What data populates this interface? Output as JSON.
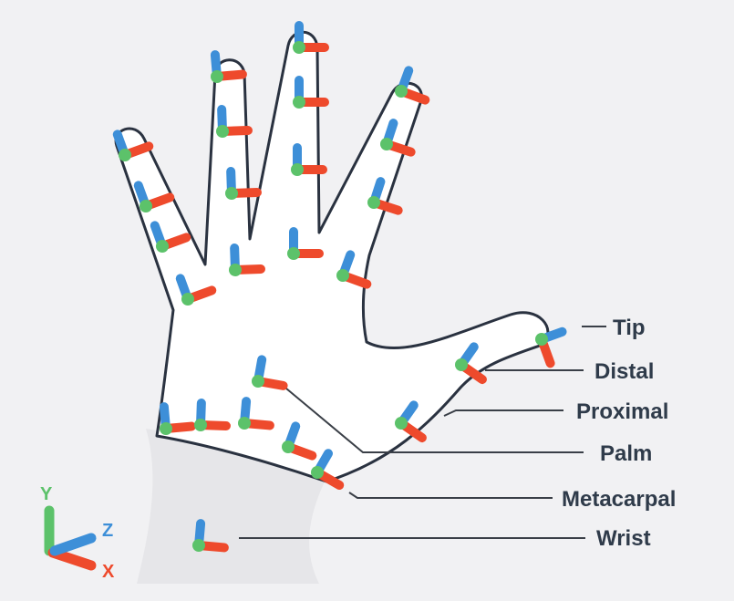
{
  "colors": {
    "x_axis": "#ee4a2c",
    "y_axis": "#5cc26a",
    "z_axis": "#3d8fd8",
    "outline": "#2a3240",
    "label_text": "#2f3b4a",
    "background": "#f1f1f3"
  },
  "labels": {
    "tip": "Tip",
    "distal": "Distal",
    "proximal": "Proximal",
    "palm": "Palm",
    "metacarpal": "Metacarpal",
    "wrist": "Wrist"
  },
  "axis_legend": {
    "y": "Y",
    "z": "Z",
    "x": "X"
  },
  "joint_groups": [
    {
      "finger": "pinky",
      "joint_count": 5
    },
    {
      "finger": "ring",
      "joint_count": 5
    },
    {
      "finger": "middle",
      "joint_count": 5
    },
    {
      "finger": "index",
      "joint_count": 5
    },
    {
      "finger": "thumb",
      "joint_count": 4
    },
    {
      "finger": "palm",
      "joint_count": 1
    },
    {
      "finger": "wrist",
      "joint_count": 1
    }
  ]
}
